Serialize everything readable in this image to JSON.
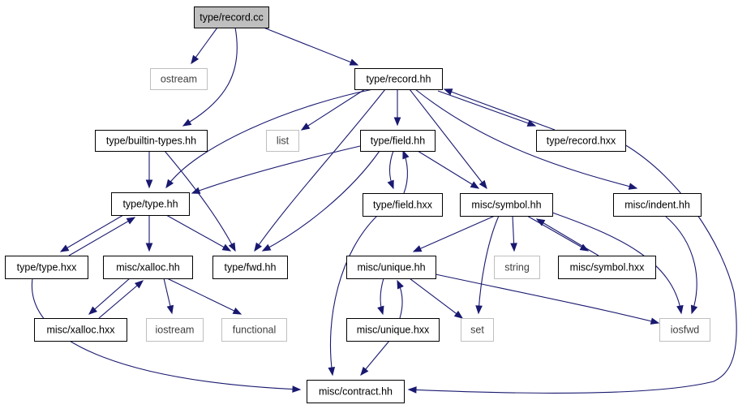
{
  "colors": {
    "edge": "#191970",
    "root_fill": "#bfbfbf",
    "node_border": "#000000",
    "external_border": "#bfbfbf",
    "external_text": "#404040",
    "text": "#000000"
  },
  "nodes": [
    {
      "id": "record_cc",
      "label": "type/record.cc",
      "kind": "root"
    },
    {
      "id": "ostream",
      "label": "ostream",
      "kind": "external"
    },
    {
      "id": "record_hh",
      "label": "type/record.hh",
      "kind": "file"
    },
    {
      "id": "builtin_types",
      "label": "type/builtin-types.hh",
      "kind": "file"
    },
    {
      "id": "list",
      "label": "list",
      "kind": "external"
    },
    {
      "id": "field_hh",
      "label": "type/field.hh",
      "kind": "file"
    },
    {
      "id": "record_hxx",
      "label": "type/record.hxx",
      "kind": "file"
    },
    {
      "id": "type_hh",
      "label": "type/type.hh",
      "kind": "file"
    },
    {
      "id": "field_hxx",
      "label": "type/field.hxx",
      "kind": "file"
    },
    {
      "id": "symbol_hh",
      "label": "misc/symbol.hh",
      "kind": "file"
    },
    {
      "id": "indent_hh",
      "label": "misc/indent.hh",
      "kind": "file"
    },
    {
      "id": "type_hxx",
      "label": "type/type.hxx",
      "kind": "file"
    },
    {
      "id": "xalloc_hh",
      "label": "misc/xalloc.hh",
      "kind": "file"
    },
    {
      "id": "fwd_hh",
      "label": "type/fwd.hh",
      "kind": "file"
    },
    {
      "id": "unique_hh",
      "label": "misc/unique.hh",
      "kind": "file"
    },
    {
      "id": "string",
      "label": "string",
      "kind": "external"
    },
    {
      "id": "symbol_hxx",
      "label": "misc/symbol.hxx",
      "kind": "file"
    },
    {
      "id": "xalloc_hxx",
      "label": "misc/xalloc.hxx",
      "kind": "file"
    },
    {
      "id": "iostream",
      "label": "iostream",
      "kind": "external"
    },
    {
      "id": "functional",
      "label": "functional",
      "kind": "external"
    },
    {
      "id": "unique_hxx",
      "label": "misc/unique.hxx",
      "kind": "file"
    },
    {
      "id": "set",
      "label": "set",
      "kind": "external"
    },
    {
      "id": "iosfwd",
      "label": "iosfwd",
      "kind": "external"
    },
    {
      "id": "contract_hh",
      "label": "misc/contract.hh",
      "kind": "file"
    }
  ],
  "edges": [
    {
      "from": "record_cc",
      "to": "ostream"
    },
    {
      "from": "record_cc",
      "to": "record_hh"
    },
    {
      "from": "record_cc",
      "to": "builtin_types"
    },
    {
      "from": "record_hh",
      "to": "type_hh"
    },
    {
      "from": "record_hh",
      "to": "fwd_hh"
    },
    {
      "from": "record_hh",
      "to": "list"
    },
    {
      "from": "record_hh",
      "to": "field_hh"
    },
    {
      "from": "record_hh",
      "to": "symbol_hh"
    },
    {
      "from": "record_hh",
      "to": "indent_hh"
    },
    {
      "from": "record_hh",
      "to": "record_hxx"
    },
    {
      "from": "record_hxx",
      "to": "record_hh"
    },
    {
      "from": "record_hxx",
      "to": "contract_hh"
    },
    {
      "from": "builtin_types",
      "to": "type_hh"
    },
    {
      "from": "builtin_types",
      "to": "fwd_hh"
    },
    {
      "from": "field_hh",
      "to": "type_hh"
    },
    {
      "from": "field_hh",
      "to": "fwd_hh"
    },
    {
      "from": "field_hh",
      "to": "symbol_hh"
    },
    {
      "from": "field_hh",
      "to": "field_hxx"
    },
    {
      "from": "field_hxx",
      "to": "field_hh"
    },
    {
      "from": "field_hxx",
      "to": "contract_hh"
    },
    {
      "from": "type_hh",
      "to": "type_hxx"
    },
    {
      "from": "type_hxx",
      "to": "type_hh"
    },
    {
      "from": "type_hh",
      "to": "xalloc_hh"
    },
    {
      "from": "type_hh",
      "to": "fwd_hh"
    },
    {
      "from": "type_hxx",
      "to": "contract_hh"
    },
    {
      "from": "xalloc_hh",
      "to": "xalloc_hxx"
    },
    {
      "from": "xalloc_hxx",
      "to": "xalloc_hh"
    },
    {
      "from": "xalloc_hh",
      "to": "iostream"
    },
    {
      "from": "xalloc_hh",
      "to": "functional"
    },
    {
      "from": "symbol_hh",
      "to": "unique_hh"
    },
    {
      "from": "symbol_hh",
      "to": "string"
    },
    {
      "from": "symbol_hh",
      "to": "symbol_hxx"
    },
    {
      "from": "symbol_hxx",
      "to": "symbol_hh"
    },
    {
      "from": "symbol_hh",
      "to": "set"
    },
    {
      "from": "symbol_hh",
      "to": "iosfwd"
    },
    {
      "from": "indent_hh",
      "to": "iosfwd"
    },
    {
      "from": "unique_hh",
      "to": "unique_hxx"
    },
    {
      "from": "unique_hxx",
      "to": "unique_hh"
    },
    {
      "from": "unique_hh",
      "to": "set"
    },
    {
      "from": "unique_hh",
      "to": "iosfwd"
    },
    {
      "from": "unique_hxx",
      "to": "contract_hh"
    }
  ]
}
